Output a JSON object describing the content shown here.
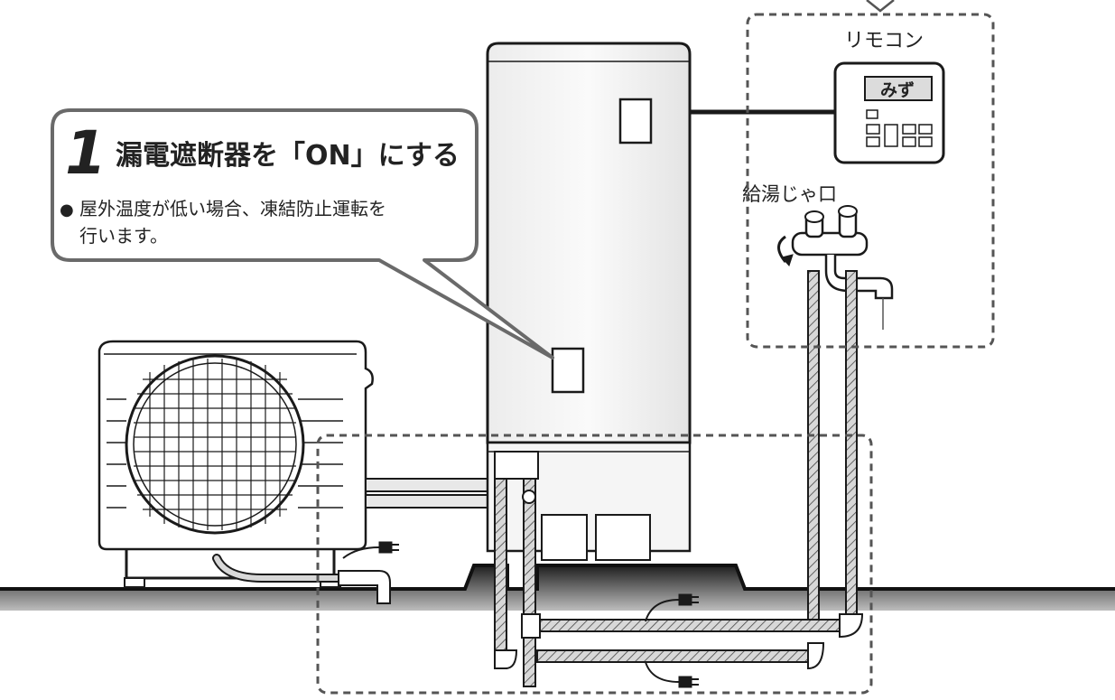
{
  "callout": {
    "step_number": "1",
    "heading": "漏電遮断器を「ON」にする",
    "bullet": "●",
    "note_line1": "屋外温度が低い場合、凍結防止運転を",
    "note_line2": "行います。"
  },
  "remote": {
    "label": "リモコン",
    "display_text": "みず"
  },
  "faucet": {
    "label": "給湯じゃ口"
  },
  "colors": {
    "outline": "#1a1a1a",
    "callout_border": "#6a6a6a",
    "tank_fill": "#f2f2f2",
    "ground": "#2a2a2a",
    "pipe_insulation": "#9a9a9a",
    "dashed_box": "#555555"
  }
}
